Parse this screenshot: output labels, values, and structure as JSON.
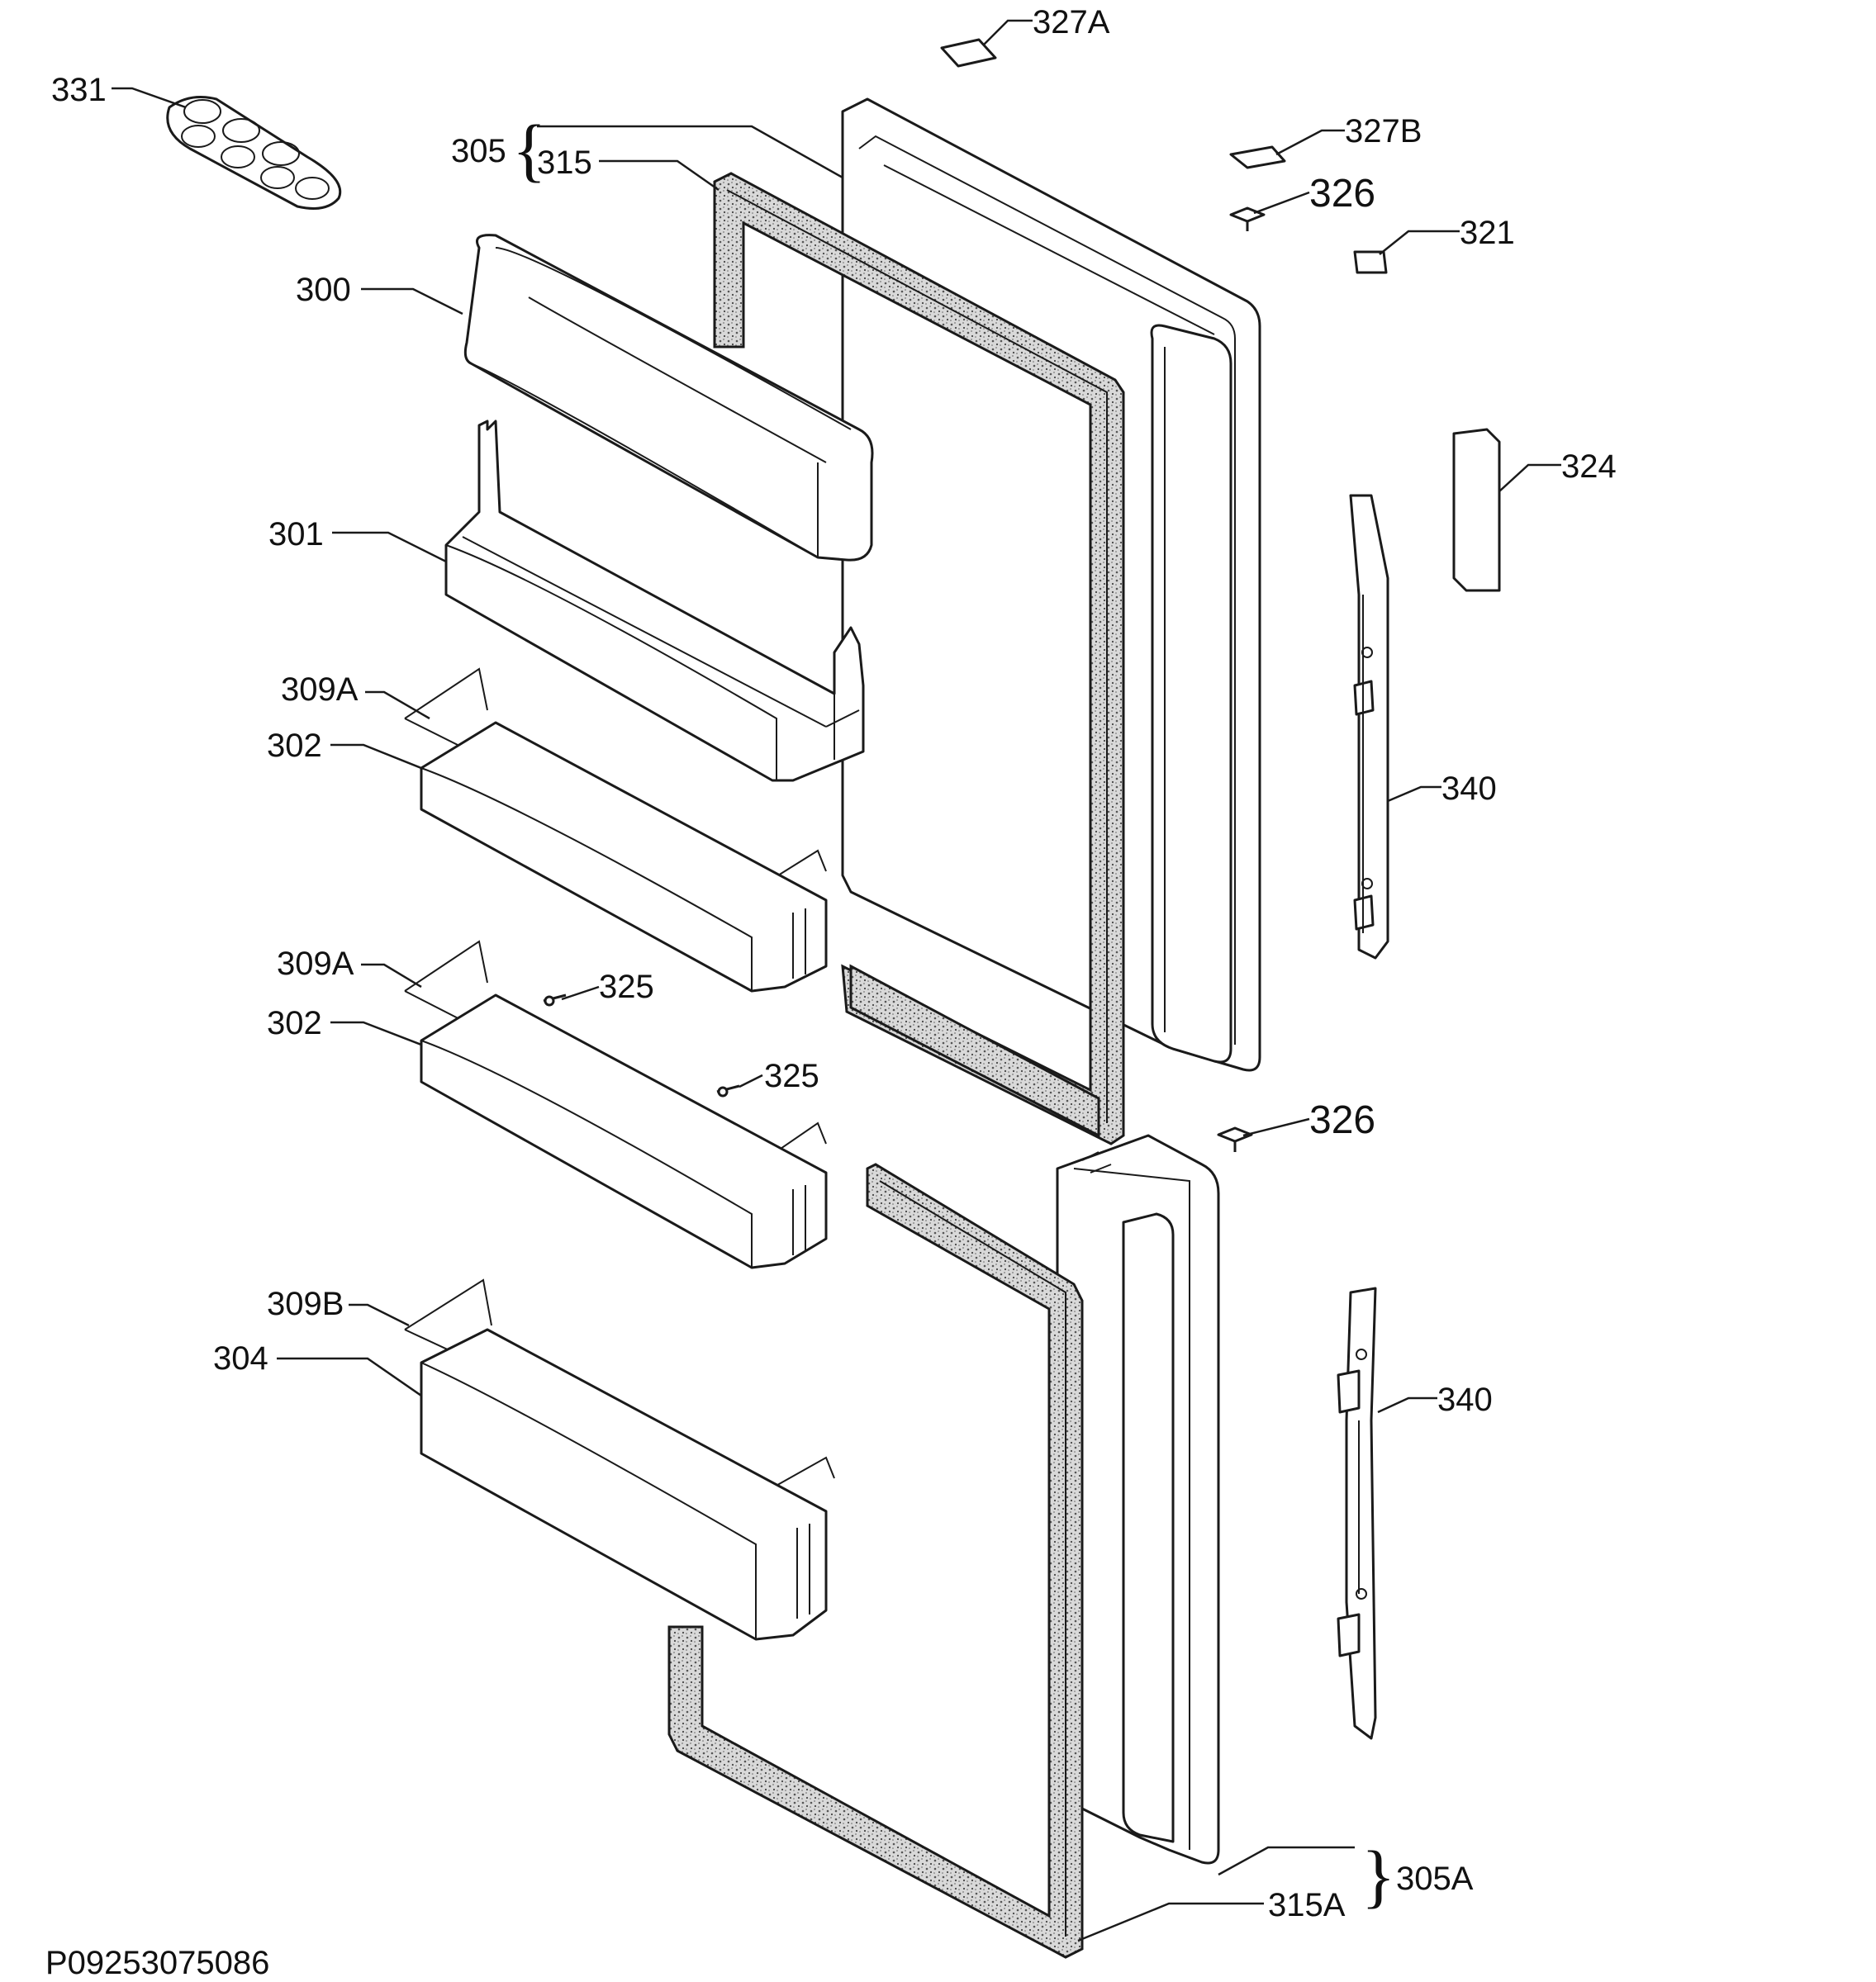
{
  "labels": {
    "p331": "331",
    "p305": "305",
    "p315": "315",
    "p300": "300",
    "p301": "301",
    "p309a_1": "309A",
    "p302_1": "302",
    "p309a_2": "309A",
    "p302_2": "302",
    "p325_1": "325",
    "p325_2": "325",
    "p309b": "309B",
    "p304": "304",
    "p327a": "327A",
    "p327b": "327B",
    "p326_1": "326",
    "p321": "321",
    "p324": "324",
    "p340_1": "340",
    "p326_2": "326",
    "p340_2": "340",
    "p305a": "305A",
    "p315a": "315A"
  },
  "drawing_code": "P09253075086"
}
